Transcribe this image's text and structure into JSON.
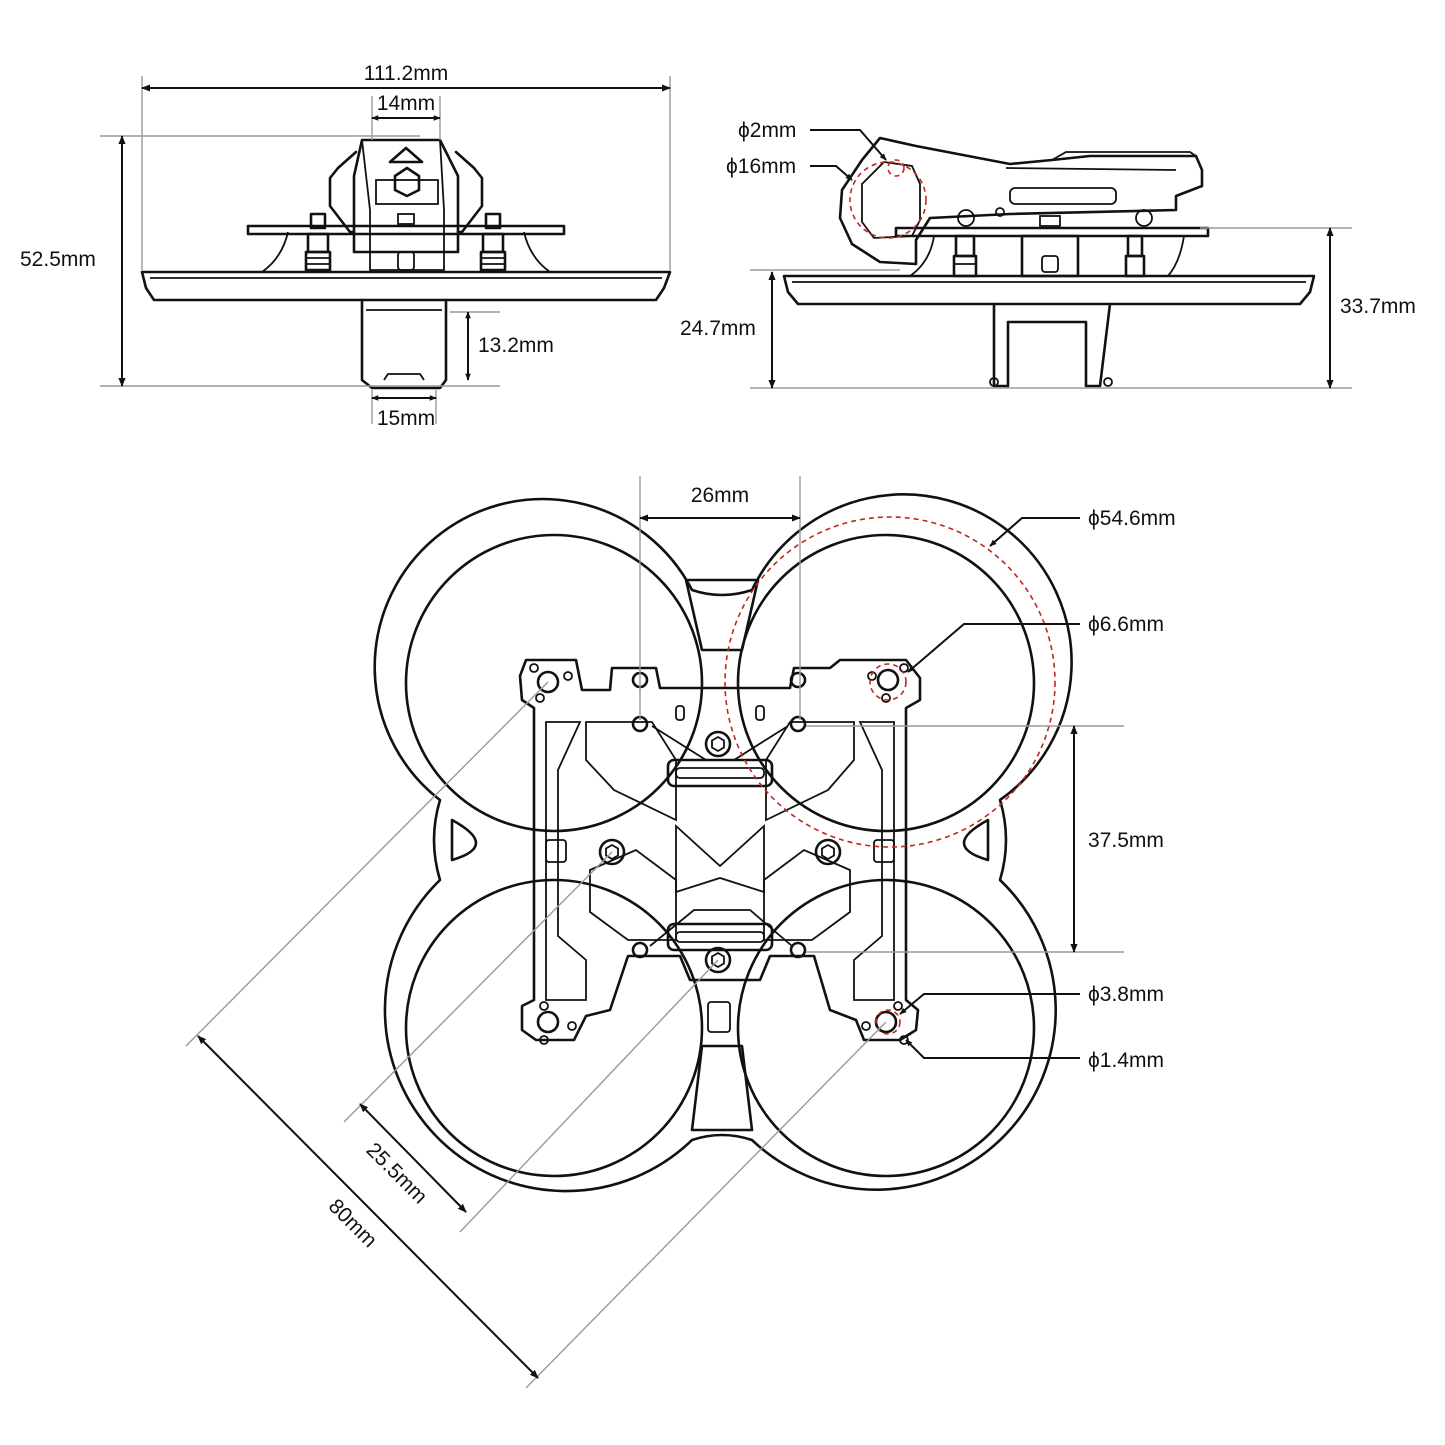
{
  "dimensions": {
    "front_width": "111.2mm",
    "front_top": "14mm",
    "front_height": "52.5mm",
    "front_bottom_height": "13.2mm",
    "front_bottom_width": "15mm",
    "side_hole_small": "ϕ2mm",
    "side_hole_large": "ϕ16mm",
    "side_lower_height": "24.7mm",
    "side_height": "33.7mm",
    "top_width": "26mm",
    "top_duct": "ϕ54.6mm",
    "top_motor_center": "ϕ6.6mm",
    "top_spacing": "37.5mm",
    "top_motor_hole": "ϕ3.8mm",
    "top_small_hole": "ϕ1.4mm",
    "top_diag_inner": "25.5mm",
    "top_diag_outer": "80mm"
  },
  "colors": {
    "line": "#111111",
    "extension": "#9a9a9a",
    "highlight": "#c0281e",
    "background": "#ffffff"
  }
}
